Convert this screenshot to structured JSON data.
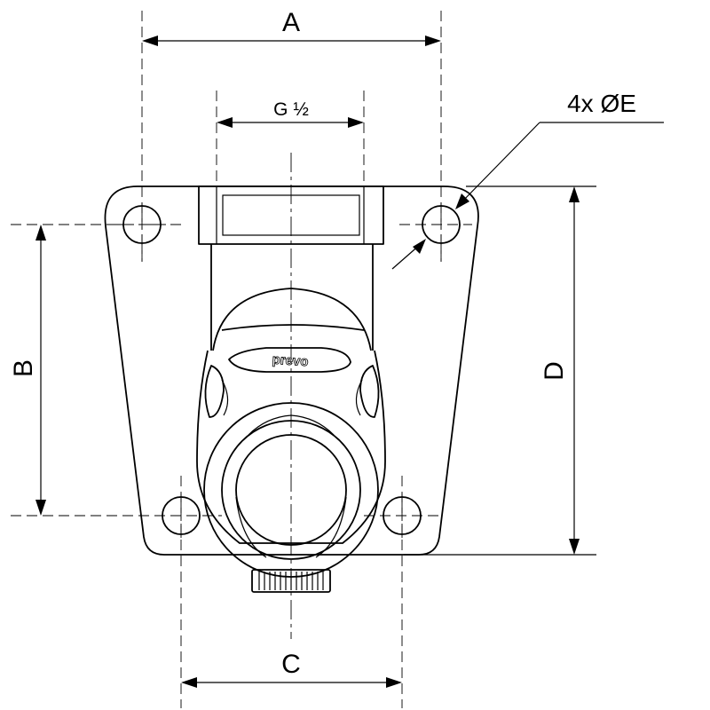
{
  "labels": {
    "dim_a": "A",
    "dim_b": "B",
    "dim_c": "C",
    "dim_d": "D",
    "dim_thread": "G ½",
    "dim_holes": "4x ØE"
  },
  "logo_text": "prevo",
  "colors": {
    "line": "#000000",
    "background": "#ffffff"
  }
}
